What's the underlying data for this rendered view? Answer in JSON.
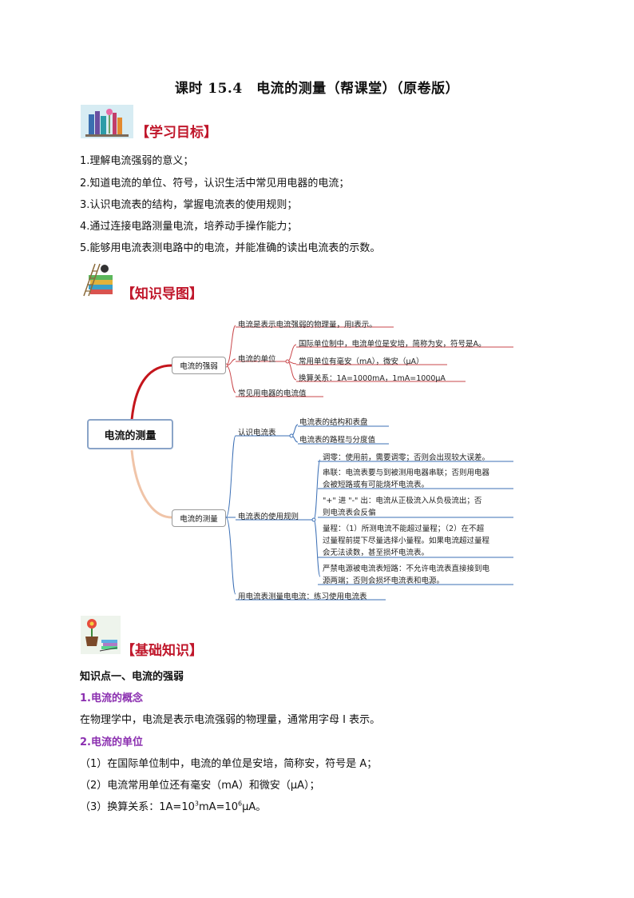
{
  "title": "课时 15.4　电流的测量（帮课堂）（原卷版）",
  "sections": {
    "objectives_title": "【学习目标】",
    "mindmap_title": "【知识导图】",
    "basic_title": "【基础知识】"
  },
  "objectives": [
    "1.理解电流强弱的意义；",
    "2.知道电流的单位、符号，认识生活中常见用电器的电流；",
    "3.认识电流表的结构，掌握电流表的使用规则；",
    "4.通过连接电路测量电流，培养动手操作能力；",
    "5.能够用电流表测电路中的电流，并能准确的读出电流表的示数。"
  ],
  "mindmap": {
    "root": "电流的测量",
    "b1": "电流的强弱",
    "b1_items": {
      "def": "电流是表示电流强弱的物理量，用I表示。",
      "unit": "电流的单位",
      "unit1": "国际单位制中，电流单位是安培，简称为安，符号是A。",
      "unit2": "常用单位有毫安（mA），微安（μA）",
      "unit3": "换算关系：1A=1000mA，1mA=1000μA",
      "common": "常见用电器的电流值"
    },
    "b2": "电流的测量",
    "b2_items": {
      "know": "认识电流表",
      "know1": "电流表的结构和表盘",
      "know2": "电流表的路程与分度值",
      "rules": "电流表的使用规则",
      "r1": "调零：使用前，需要调零；否则会出现较大误差。",
      "r2a": "串联：电流表要与到被测用电器串联；否则用电器",
      "r2b": "会被短路或有可能烧坏电流表。",
      "r3a": "\"+\" 进 \"-\" 出：电流从正极流入从负极流出；否",
      "r3b": "则电流表会反偏",
      "r4a": "量程：（1）所测电流不能超过量程；（2）在不超",
      "r4b": "过量程前提下尽量选择小量程。如果电流超过量程",
      "r4c": "会无法读数，甚至损坏电流表。",
      "r5a": "严禁电源被电流表短路：不允许电流表直接接到电",
      "r5b": "源两端；否则会损坏电流表和电源。",
      "practice": "用电流表测量电电流：练习使用电流表"
    }
  },
  "basic": {
    "point1": "知识点一、电流的强弱",
    "h1": "1.电流的概念",
    "p1": "在物理学中，电流是表示电流强弱的物理量，通常用字母 I 表示。",
    "h2": "2.电流的单位",
    "l1": "（1）在国际单位制中，电流的单位是安培，简称安，符号是 A；",
    "l2": "（2）电流常用单位还有毫安（mA）和微安（μA）；",
    "l3_pre": "（3）换算关系：1A=10",
    "l3_e1": "3",
    "l3_mid": "mA=10",
    "l3_e2": "6",
    "l3_post": "μA。"
  },
  "icons": {
    "objectives": "books-flowers-icon",
    "mindmap": "books-ladder-icon",
    "basic": "flower-pot-books-icon"
  }
}
